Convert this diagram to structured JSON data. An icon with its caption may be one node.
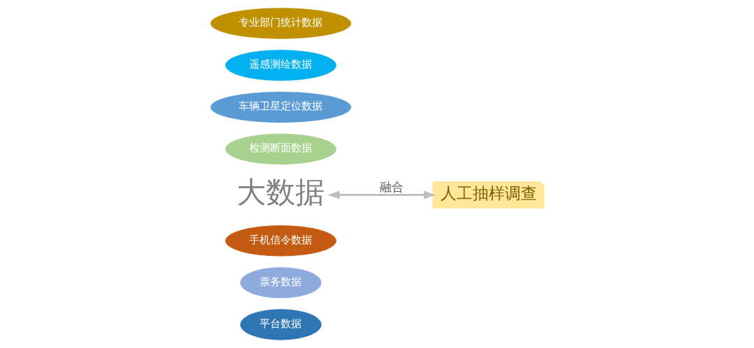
{
  "diagram": {
    "nodes": [
      {
        "text": [
          "平台数据"
        ]
      },
      {
        "text": [
          "票务数据"
        ]
      },
      {
        "text": [
          "手机信令数据"
        ]
      },
      {
        "text": [
          "大数据"
        ]
      },
      {
        "text": [
          "检测断面数据"
        ]
      },
      {
        "text": [
          "人工抽样调查"
        ]
      },
      {
        "text": [
          "车辆卫星定位数据"
        ]
      },
      {
        "text": [
          "遥感测绘数据"
        ]
      },
      {
        "text": [
          "专业部门统计数据"
        ]
      }
    ],
    "edges": [
      {
        "from": 3,
        "to": 5,
        "arrow": "both",
        "label": "融合"
      }
    ]
  }
}
